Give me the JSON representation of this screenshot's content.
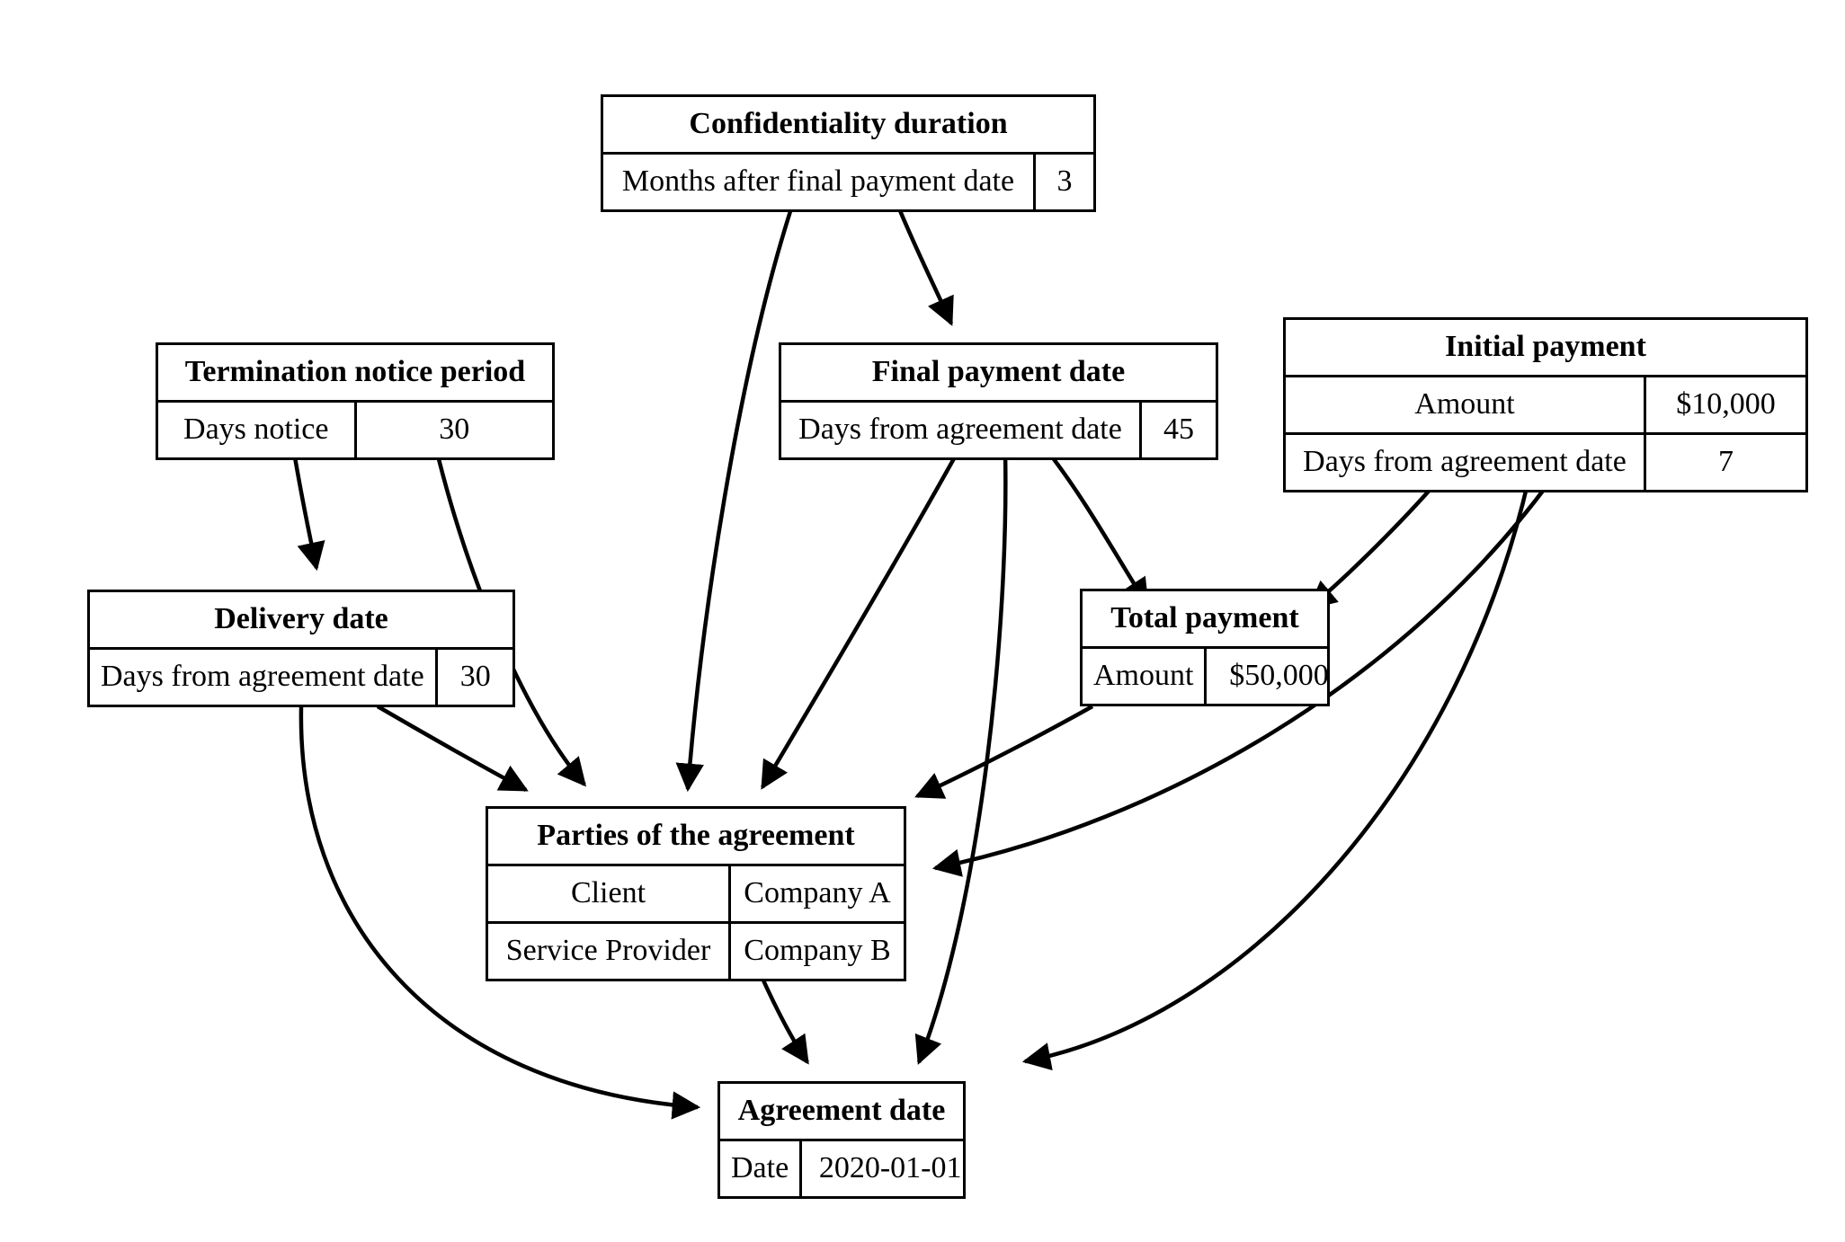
{
  "diagram": {
    "type": "entity-relationship-flow",
    "background_color": "#ffffff",
    "line_color": "#000000",
    "nodes": [
      {
        "id": "confidentiality_duration",
        "title": "Confidentiality duration",
        "rows": [
          {
            "key": "Months after final payment date",
            "value": "3"
          }
        ]
      },
      {
        "id": "termination_notice_period",
        "title": "Termination notice period",
        "rows": [
          {
            "key": "Days notice",
            "value": "30"
          }
        ]
      },
      {
        "id": "final_payment_date",
        "title": "Final payment date",
        "rows": [
          {
            "key": "Days from agreement date",
            "value": "45"
          }
        ]
      },
      {
        "id": "initial_payment",
        "title": "Initial payment",
        "rows": [
          {
            "key": "Amount",
            "value": "$10,000"
          },
          {
            "key": "Days from agreement date",
            "value": "7"
          }
        ]
      },
      {
        "id": "delivery_date",
        "title": "Delivery date",
        "rows": [
          {
            "key": "Days from agreement date",
            "value": "30"
          }
        ]
      },
      {
        "id": "total_payment",
        "title": "Total payment",
        "rows": [
          {
            "key": "Amount",
            "value": "$50,000"
          }
        ]
      },
      {
        "id": "parties_of_the_agreement",
        "title": "Parties of the agreement",
        "rows": [
          {
            "key": "Client",
            "value": "Company A"
          },
          {
            "key": "Service Provider",
            "value": "Company B"
          }
        ]
      },
      {
        "id": "agreement_date",
        "title": "Agreement date",
        "rows": [
          {
            "key": "Date",
            "value": "2020-01-01"
          }
        ]
      }
    ],
    "edges": [
      {
        "from": "confidentiality_duration",
        "to": "final_payment_date"
      },
      {
        "from": "confidentiality_duration",
        "to": "parties_of_the_agreement"
      },
      {
        "from": "termination_notice_period",
        "to": "delivery_date"
      },
      {
        "from": "termination_notice_period",
        "to": "parties_of_the_agreement"
      },
      {
        "from": "final_payment_date",
        "to": "total_payment"
      },
      {
        "from": "final_payment_date",
        "to": "parties_of_the_agreement"
      },
      {
        "from": "final_payment_date",
        "to": "agreement_date"
      },
      {
        "from": "initial_payment",
        "to": "total_payment"
      },
      {
        "from": "initial_payment",
        "to": "parties_of_the_agreement"
      },
      {
        "from": "initial_payment",
        "to": "agreement_date"
      },
      {
        "from": "delivery_date",
        "to": "parties_of_the_agreement"
      },
      {
        "from": "delivery_date",
        "to": "agreement_date"
      },
      {
        "from": "total_payment",
        "to": "parties_of_the_agreement"
      },
      {
        "from": "parties_of_the_agreement",
        "to": "agreement_date"
      }
    ]
  }
}
